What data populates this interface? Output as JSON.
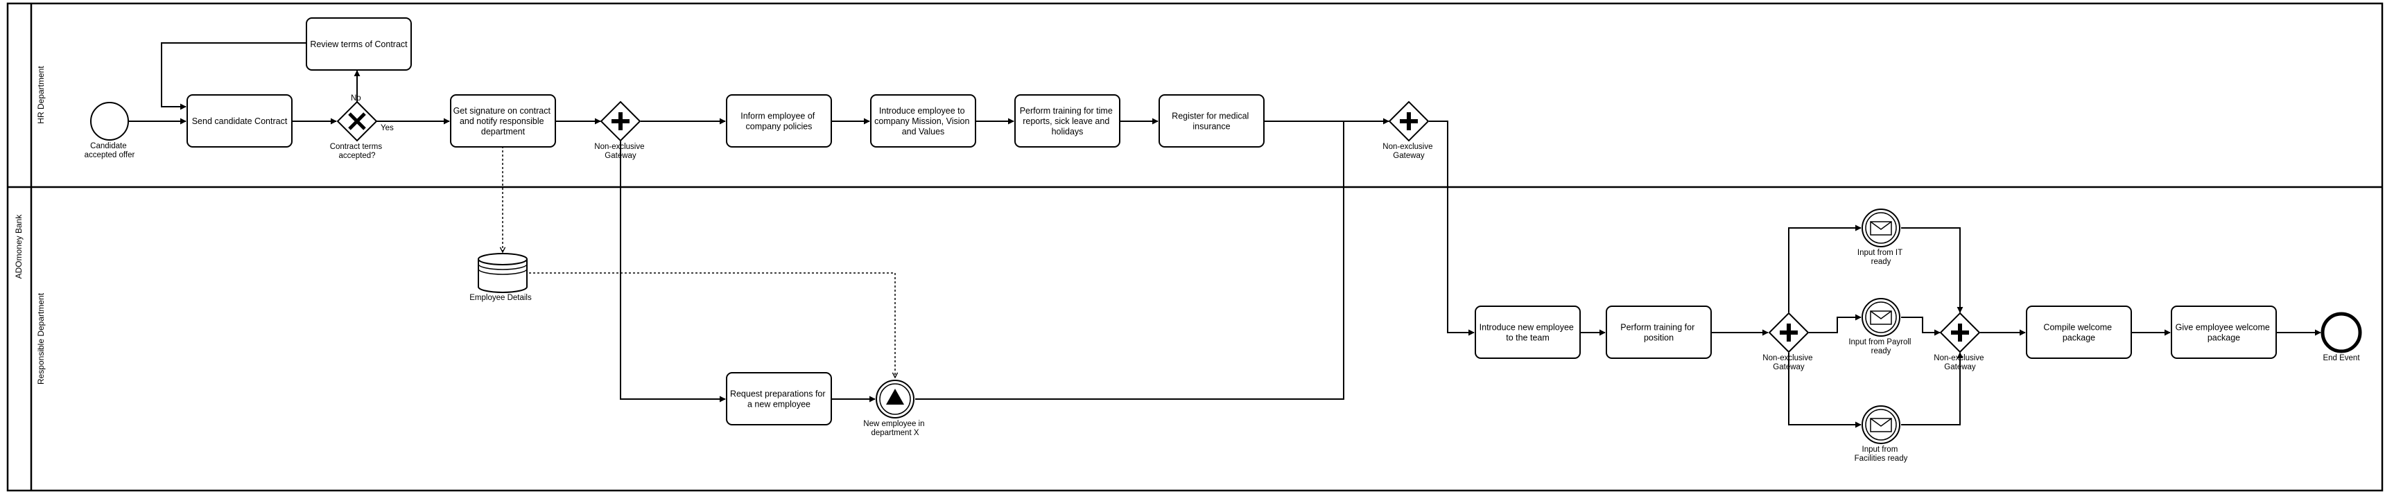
{
  "pool": {
    "label": "ADOmoney Bank"
  },
  "lanes": [
    {
      "label": "HR Department"
    },
    {
      "label": "Responsible Department"
    }
  ],
  "tasks": {
    "review_terms": [
      "Review terms of Contract"
    ],
    "send_contract": [
      "Send candidate Contract"
    ],
    "get_signature": [
      "Get signature on contract",
      "and notify responsible",
      "department"
    ],
    "inform_policies": [
      "Inform employee of",
      "company policies"
    ],
    "introduce_mission": [
      "Introduce employee to",
      "company Mission, Vision",
      "and Values"
    ],
    "perform_training_time": [
      "Perform training for time",
      "reports, sick leave and",
      "holidays"
    ],
    "register_medical": [
      "Register for medical",
      "insurance"
    ],
    "request_preparations": [
      "Request preparations for",
      "a new employee"
    ],
    "introduce_team": [
      "Introduce new employee",
      "to the team"
    ],
    "perform_training_position": [
      "Perform training for",
      "position"
    ],
    "compile_package": [
      "Compile welcome",
      "package"
    ],
    "give_package": [
      "Give employee welcome",
      "package"
    ]
  },
  "events": {
    "start": [
      "Candidate",
      "accepted offer"
    ],
    "new_employee": [
      "New employee in",
      "department X"
    ],
    "input_it": [
      "Input from IT",
      "ready"
    ],
    "input_payroll": [
      "Input from Payroll",
      "ready"
    ],
    "input_facilities": [
      "Input from",
      "Facilities ready"
    ],
    "end": [
      "End Event"
    ]
  },
  "gateways": {
    "contract_accepted": [
      "Contract terms",
      "accepted?"
    ],
    "nonexclusive_1": [
      "Non-exclusive",
      "Gateway"
    ],
    "nonexclusive_2": [
      "Non-exclusive",
      "Gateway"
    ],
    "nonexclusive_3": [
      "Non-exclusive",
      "Gateway"
    ],
    "nonexclusive_4": [
      "Non-exclusive",
      "Gateway"
    ]
  },
  "data_store": {
    "label": [
      "Employee Details"
    ]
  },
  "flow_labels": {
    "no": "No",
    "yes": "Yes"
  }
}
